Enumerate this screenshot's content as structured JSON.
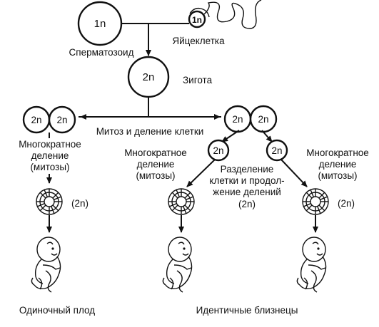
{
  "labels": {
    "sperm_cell": "1n",
    "egg_cell": "1n",
    "sperm": "Сперматозоид",
    "egg": "Яйцеклетка",
    "zygote_cell": "2n",
    "zygote": "Зигота",
    "left_pair_a": "2n",
    "left_pair_b": "2n",
    "right_pair_a": "2n",
    "right_pair_b": "2n",
    "mitosis": "Митоз и деление клетки",
    "left_division_1": "Многократное",
    "left_division_2": "деление",
    "left_division_3": "(митозы)",
    "mid_division_1": "Многократное",
    "mid_division_2": "деление",
    "mid_division_3": "(митозы)",
    "right_division_1": "Многократное",
    "right_division_2": "деление",
    "right_division_3": "(митозы)",
    "split_cell_a": "2n",
    "split_cell_b": "2n",
    "separation_1": "Разделение",
    "separation_2": "клетки и продол-",
    "separation_3": "жение делений",
    "separation_4": "(2n)",
    "left_embryo_ploidy": "(2n)",
    "right_embryo_ploidy": "(2n)",
    "single_fetus": "Одиночный плод",
    "identical_twins": "Идентичные близнецы"
  }
}
